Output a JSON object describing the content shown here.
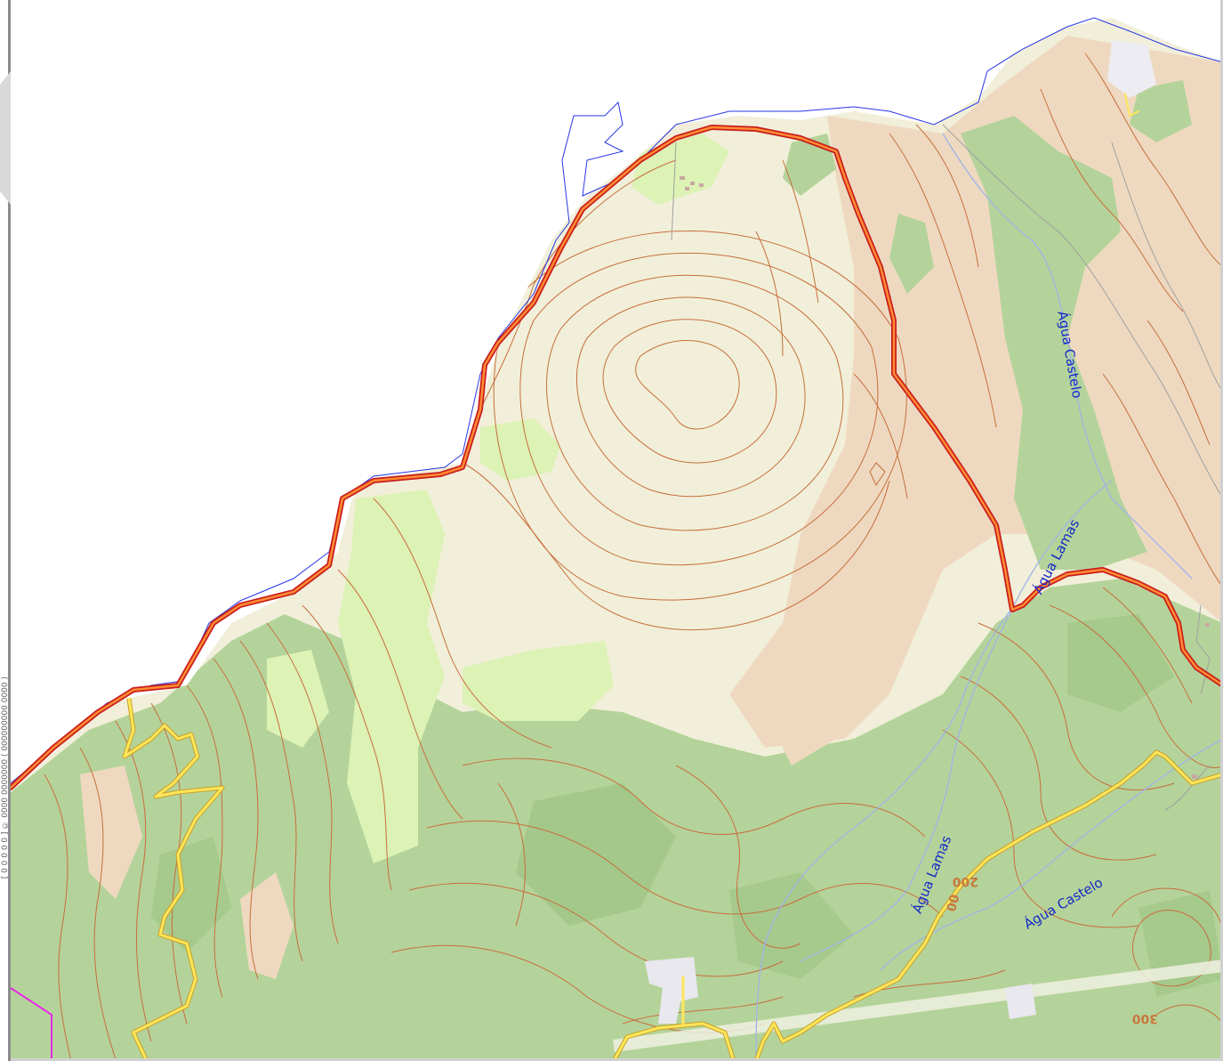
{
  "map": {
    "credit_text": "[ 0 0 0 0 0 ] © 0000 0000000 ( 000000000 0000 )",
    "colors": {
      "land_light": "#f1efd9",
      "land_tan": "#eed9c0",
      "forest": "#b4d39a",
      "forest_dark": "#9cc383",
      "meadow": "#ddf2b5",
      "contour": "#c86e3c",
      "trunk_road_outer": "#c81e1e",
      "trunk_road_inner": "#ff8c32",
      "secondary_road_outer": "#c8a028",
      "secondary_road_inner": "#ffe65a",
      "stream": "#a0b4e6",
      "coastline": "#2837e6",
      "boundary": "#e628e6",
      "path": "#a0a0a0"
    },
    "labels": {
      "stream_castelo_north": "Água Castelo",
      "stream_lamas_north": "Água Lamas",
      "stream_lamas_south": "Água Lamas",
      "stream_castelo_south": "Água Castelo",
      "elevation_a": "00",
      "elevation_b": "200",
      "elevation_c": "300"
    }
  }
}
